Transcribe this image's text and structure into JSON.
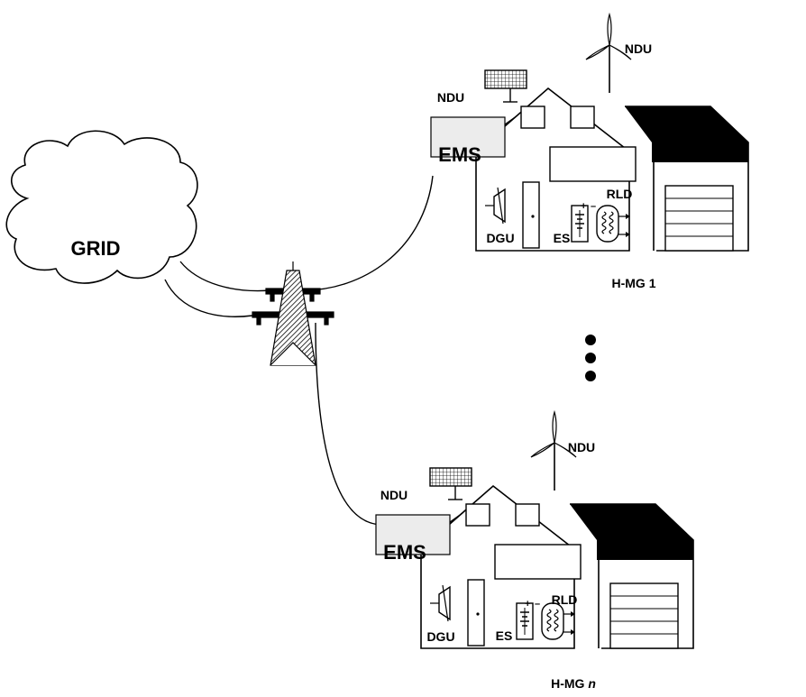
{
  "grid": {
    "label": "GRID"
  },
  "microgrids": [
    {
      "caption_prefix": "H-MG",
      "caption_index": "1",
      "ems": "EMS",
      "ndu_solar": "NDU",
      "ndu_wind": "NDU",
      "dgu": "DGU",
      "es": "ES",
      "rld": "RLD"
    },
    {
      "caption_prefix": "H-MG",
      "caption_index": "n",
      "ems": "EMS",
      "ndu_solar": "NDU",
      "ndu_wind": "NDU",
      "dgu": "DGU",
      "es": "ES",
      "rld": "RLD"
    }
  ],
  "battery_signs": {
    "plus": "+",
    "minus": "–"
  },
  "colors": {
    "ems_box": "#ececec",
    "garage_roof": "#000000",
    "line": "#000000"
  }
}
